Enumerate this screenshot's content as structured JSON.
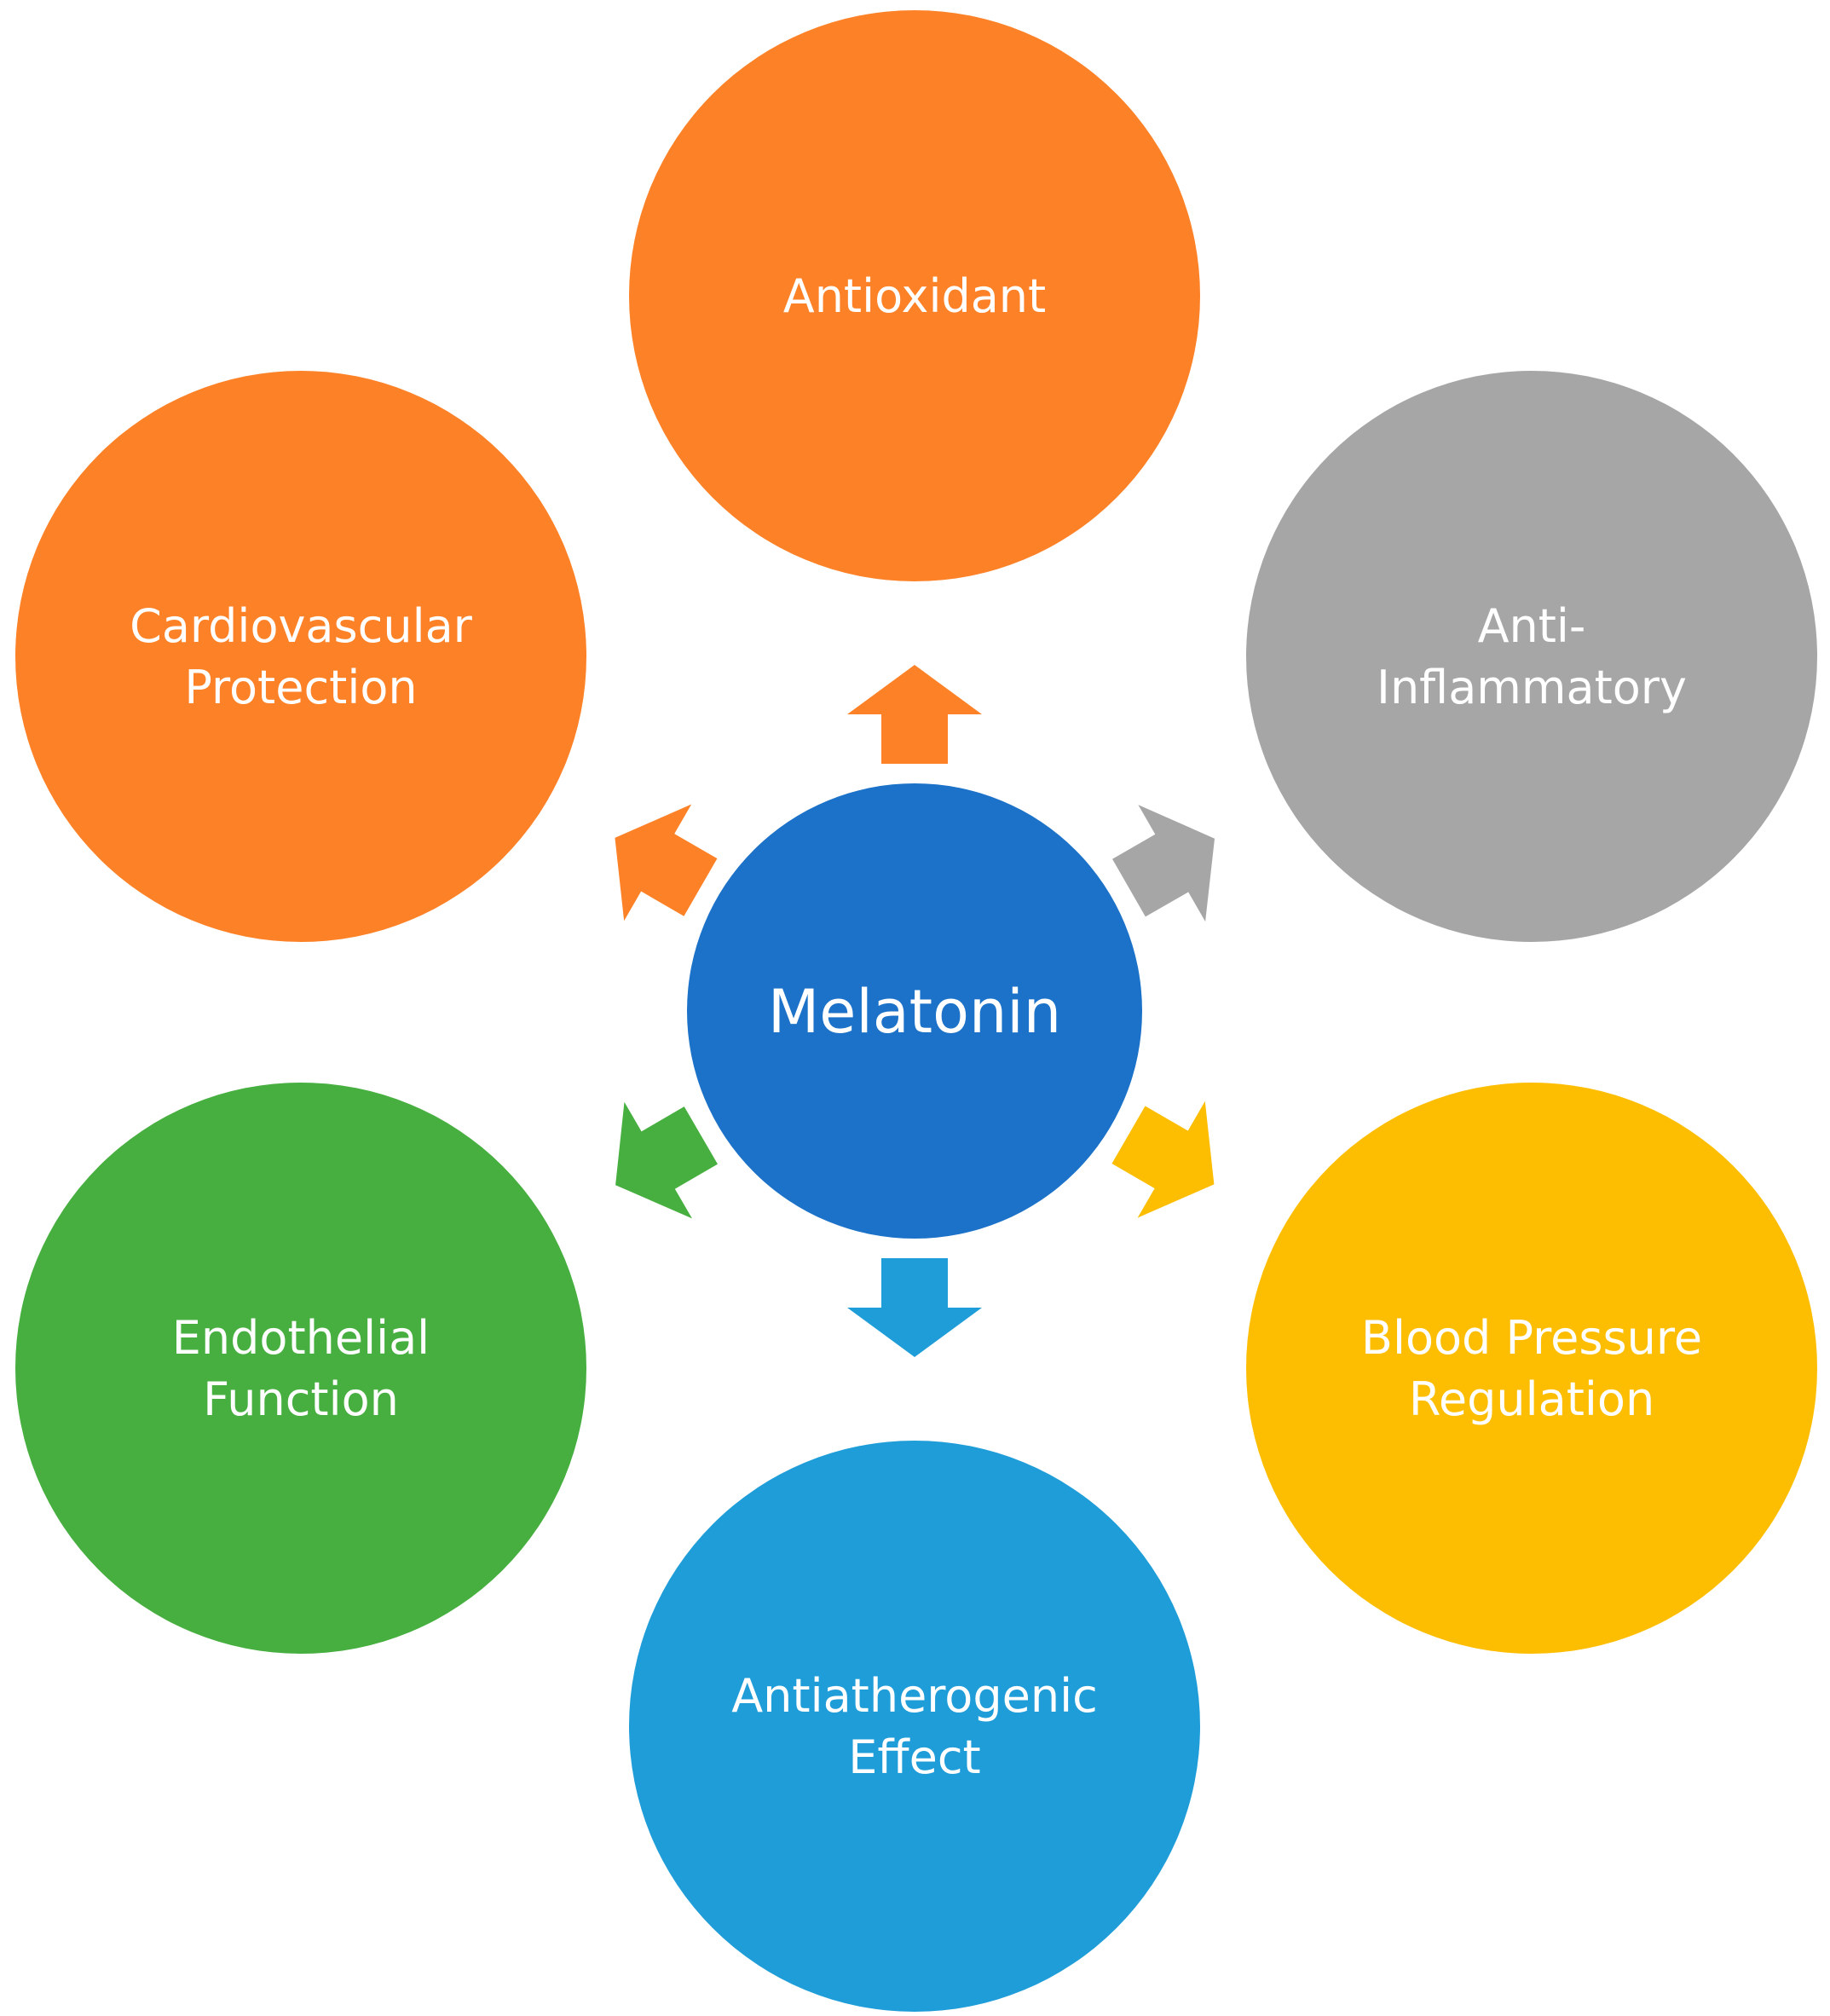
{
  "center": {
    "label": "Melatonin",
    "color": "#1B72C8"
  },
  "nodes": [
    {
      "id": "antioxidant",
      "lines": [
        "Antioxidant"
      ],
      "color": "#FD8127"
    },
    {
      "id": "anti-inflammatory",
      "lines": [
        "Anti-",
        "Inflammatory"
      ],
      "color": "#A6A6A6"
    },
    {
      "id": "blood-pressure-regulation",
      "lines": [
        "Blood Pressure",
        "Regulation"
      ],
      "color": "#FDBE02"
    },
    {
      "id": "antiatherogenic-effect",
      "lines": [
        "Antiatherogenic",
        "Effect"
      ],
      "color": "#1F9DD9"
    },
    {
      "id": "endothelial-function",
      "lines": [
        "Endothelial",
        "Function"
      ],
      "color": "#46AF3F"
    },
    {
      "id": "cardiovascular-protection",
      "lines": [
        "Cardiovascular",
        "Protection"
      ],
      "color": "#FD8127"
    }
  ],
  "arrows": [
    {
      "to": "antioxidant",
      "color": "#FD8127"
    },
    {
      "to": "anti-inflammatory",
      "color": "#A6A6A6"
    },
    {
      "to": "blood-pressure-regulation",
      "color": "#FDBE02"
    },
    {
      "to": "antiatherogenic-effect",
      "color": "#1F9DD9"
    },
    {
      "to": "endothelial-function",
      "color": "#46AF3F"
    },
    {
      "to": "cardiovascular-protection",
      "color": "#FD8127"
    }
  ]
}
